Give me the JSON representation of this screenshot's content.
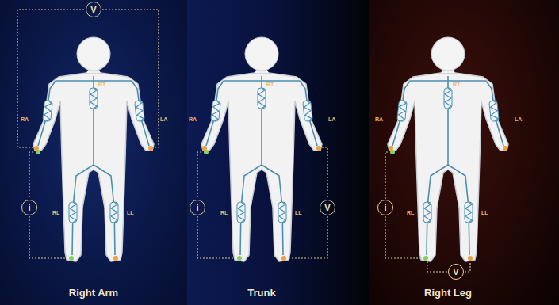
{
  "diagram": {
    "nodes": [
      {
        "text": [
          "Right Arm"
        ]
      },
      {
        "text": [
          "V"
        ],
        "in": 0
      },
      {
        "text": [
          "i"
        ],
        "in": 0
      },
      {
        "text": [
          "Trunk"
        ]
      },
      {
        "text": [
          "i"
        ],
        "in": 3
      },
      {
        "text": [
          "V"
        ],
        "in": 3
      },
      {
        "text": [
          "Right Leg"
        ]
      },
      {
        "text": [
          "i"
        ],
        "in": 6
      },
      {
        "text": [
          "V"
        ],
        "in": 6
      }
    ],
    "labels": [
      "RA",
      "RT",
      "LA",
      "RL",
      "LL",
      "RA",
      "RT",
      "LA",
      "RL",
      "LL",
      "RA",
      "RT",
      "LA",
      "RL",
      "LL"
    ]
  }
}
